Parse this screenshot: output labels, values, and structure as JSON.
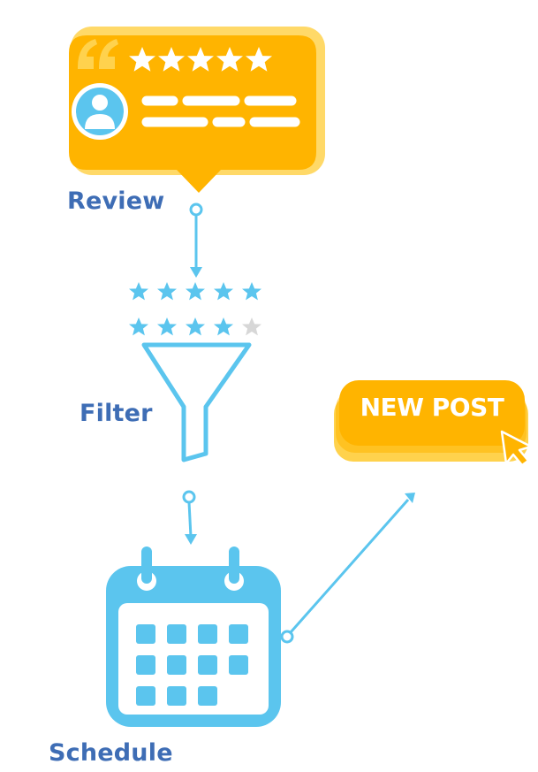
{
  "colors": {
    "accent_yellow": "#FFB400",
    "accent_yellow_light": "#FFD24D",
    "accent_blue": "#5BC5EE",
    "label_blue": "#3E6DB5",
    "star_gray": "#D7D7D7",
    "white": "#FFFFFF"
  },
  "review": {
    "label": "Review",
    "rating_stars": 5,
    "icons": [
      "quote-icon",
      "star-icon",
      "user-avatar-icon"
    ]
  },
  "filter": {
    "label": "Filter",
    "row1_stars_filled": 5,
    "row2_stars_filled": 4,
    "stars_total": 5,
    "icons": [
      "star-icon",
      "funnel-icon"
    ]
  },
  "schedule": {
    "label": "Schedule",
    "icons": [
      "calendar-icon"
    ]
  },
  "new_post": {
    "label": "NEW POST",
    "icons": [
      "cursor-click-icon"
    ]
  },
  "flow": [
    "Review",
    "Filter",
    "Schedule",
    "NEW POST"
  ]
}
